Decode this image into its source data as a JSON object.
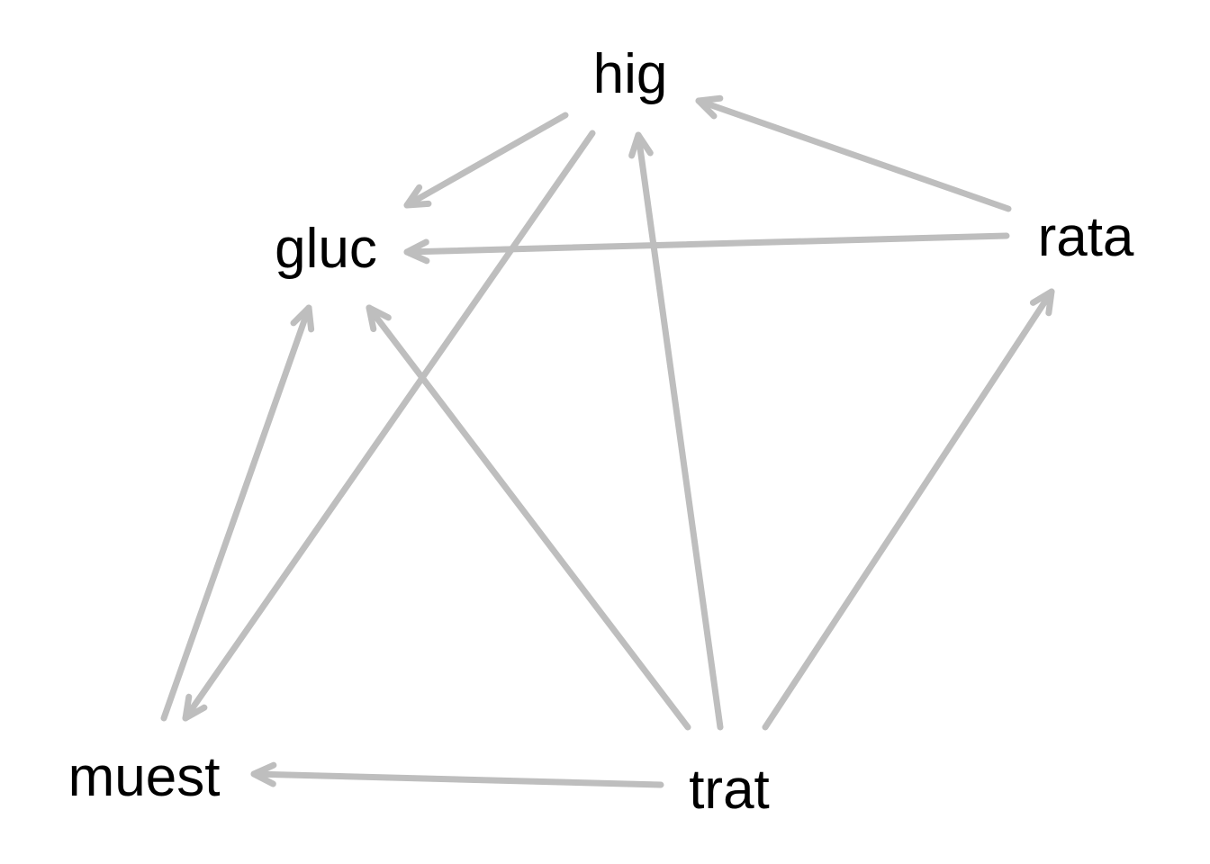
{
  "diagram": {
    "edge_color": "#bebebe",
    "text_color": "#000000",
    "background": "#ffffff",
    "nodes": [
      {
        "id": "hig",
        "label": "hig"
      },
      {
        "id": "gluc",
        "label": "gluc"
      },
      {
        "id": "rata",
        "label": "rata"
      },
      {
        "id": "muest",
        "label": "muest"
      },
      {
        "id": "trat",
        "label": "trat"
      }
    ],
    "edges": [
      {
        "from": "hig",
        "to": "gluc"
      },
      {
        "from": "hig",
        "to": "muest"
      },
      {
        "from": "rata",
        "to": "hig"
      },
      {
        "from": "rata",
        "to": "gluc"
      },
      {
        "from": "muest",
        "to": "gluc"
      },
      {
        "from": "trat",
        "to": "gluc"
      },
      {
        "from": "trat",
        "to": "hig"
      },
      {
        "from": "trat",
        "to": "rata"
      },
      {
        "from": "trat",
        "to": "muest"
      }
    ]
  }
}
